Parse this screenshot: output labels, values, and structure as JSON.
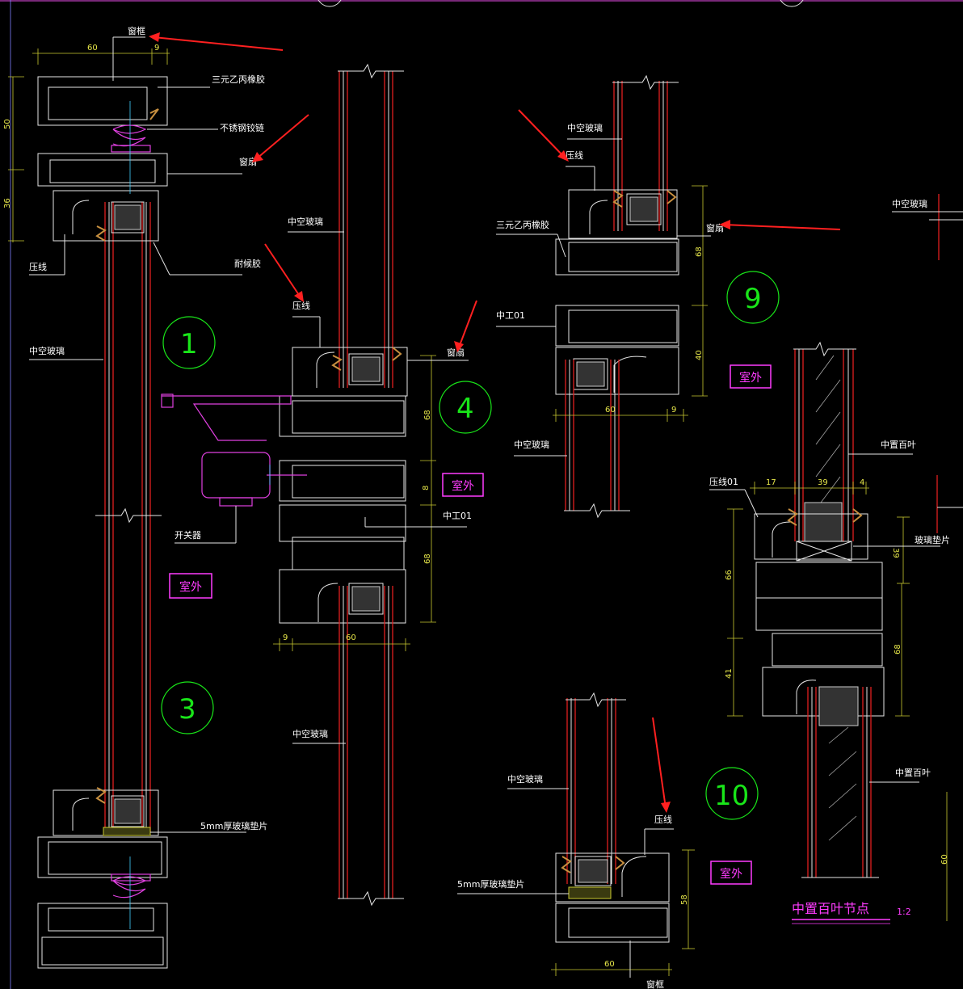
{
  "labels": {
    "frame_top": "窗框",
    "epdm_top": "三元乙丙橡胶",
    "hinge": "不锈钢铰链",
    "sash_1": "窗扇",
    "glass_1": "中空玻璃",
    "press_1": "压线",
    "sealant": "耐候胶",
    "gasket_1": "5mm厚玻璃垫片",
    "outdoor_1": "室外",
    "glass_4a": "中空玻璃",
    "press_4": "压线",
    "sash_4": "窗扇",
    "opener": "开关器",
    "outdoor_4": "室外",
    "mullion_4": "中工01",
    "glass_4b": "中空玻璃",
    "glass_9a": "中空玻璃",
    "press_9": "压线",
    "epdm_9": "三元乙丙橡胶",
    "sash_9": "窗扇",
    "mullion_9": "中工01",
    "outdoor_9": "室外",
    "glass_9b": "中空玻璃",
    "glass_right": "中空玻璃",
    "blind_top": "中置百叶",
    "press_blind": "压线01",
    "gasket_blind": "玻璃垫片",
    "blind_bottom": "中置百叶",
    "glass_10": "中空玻璃",
    "press_10": "压线",
    "gasket_10": "5mm厚玻璃垫片",
    "outdoor_10": "室外",
    "frame_10": "窗框",
    "title": "中置百叶节点",
    "scale": "1:2"
  },
  "dims": {
    "d1_60": "60",
    "d1_9": "9",
    "d1_50": "50",
    "d1_36": "36",
    "d4_68a": "68",
    "d4_8": "8",
    "d4_68b": "68",
    "d4_9": "9",
    "d4_60": "60",
    "d9_68": "68",
    "d9_40": "40",
    "d9_60": "60",
    "d9_9": "9",
    "db_17": "17",
    "db_39a": "39",
    "db_4": "4",
    "db_39b": "39",
    "db_66": "66",
    "db_41": "41",
    "db_68": "68",
    "db_60": "60",
    "d10_58": "58",
    "d10_60": "60"
  },
  "node_numbers": {
    "n1": "1",
    "n3": "3",
    "n4": "4",
    "n9": "9",
    "n10": "10"
  },
  "colors": {
    "background": "#000000",
    "profile": "#e6e6e6",
    "glass_edge": "#e02020",
    "dimension": "#e8e84a",
    "label_box": "#ff3cff",
    "node_circle": "#19e619",
    "arrow": "#ff2020"
  }
}
